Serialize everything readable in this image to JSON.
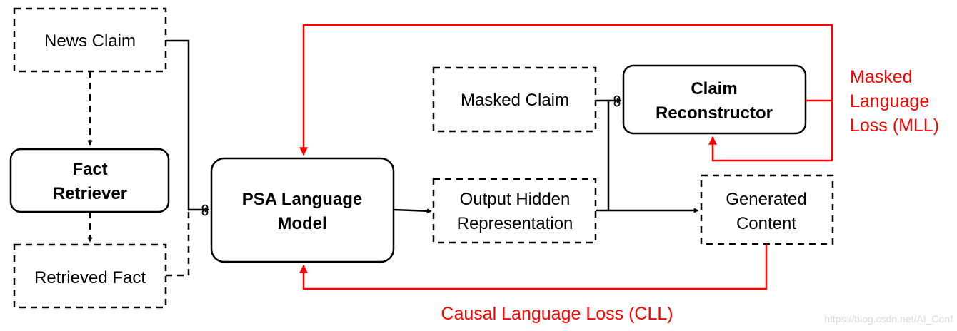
{
  "nodes": {
    "news_claim": "News Claim",
    "fact_retriever": [
      "Fact",
      "Retriever"
    ],
    "retrieved_fact": "Retrieved Fact",
    "psa_model": [
      "PSA Language",
      "Model"
    ],
    "masked_claim": "Masked Claim",
    "output_hidden": [
      "Output Hidden",
      "Representation"
    ],
    "claim_reconstructor": [
      "Claim",
      "Reconstructor"
    ],
    "generated_content": [
      "Generated",
      "Content"
    ]
  },
  "losses": {
    "mll": [
      "Masked",
      "Language",
      "Loss (MLL)"
    ],
    "cll": "Causal Language Loss (CLL)"
  },
  "watermark": "https://blog.csdn.net/AI_Conf",
  "colors": {
    "black": "#000000",
    "loss_red": "#ff0000",
    "watermark": "#d9d9d9"
  }
}
